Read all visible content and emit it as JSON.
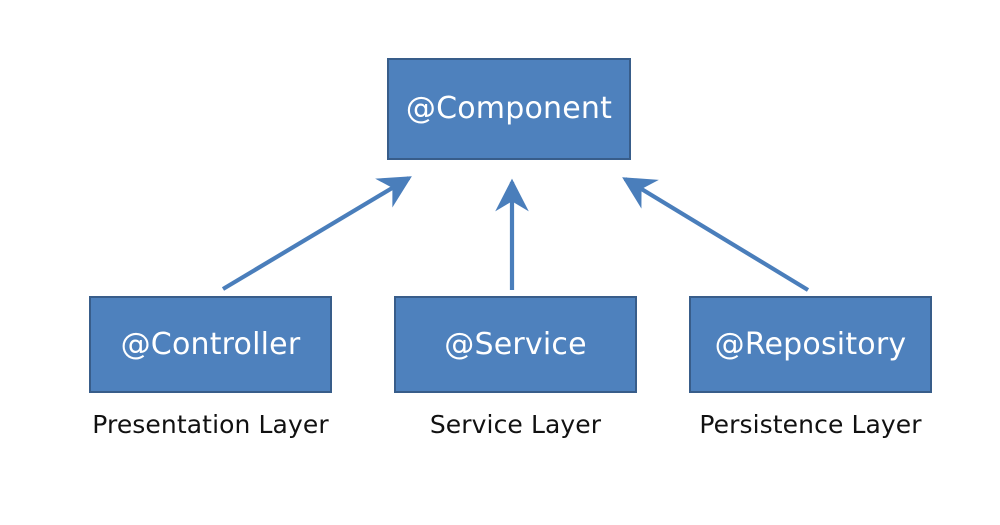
{
  "diagram": {
    "type": "layered-architecture-annotation-diagram",
    "background_color": "#FFFFFF",
    "node_fill_color": "#4E81BD",
    "node_border_color": "#385D8A",
    "node_text_color": "#FFFFFF",
    "caption_text_color": "#111111",
    "arrow_color": "#4A7EBB",
    "nodes": [
      {
        "id": "component",
        "label": "@Component",
        "role": "parent-annotation"
      },
      {
        "id": "controller",
        "label": "@Controller",
        "role": "child-annotation"
      },
      {
        "id": "service",
        "label": "@Service",
        "role": "child-annotation"
      },
      {
        "id": "repository",
        "label": "@Repository",
        "role": "child-annotation"
      }
    ],
    "captions": [
      {
        "id": "presentation",
        "label": "Presentation Layer",
        "for": "controller"
      },
      {
        "id": "service",
        "label": "Service Layer",
        "for": "service"
      },
      {
        "id": "persistence",
        "label": "Persistence Layer",
        "for": "repository"
      }
    ],
    "edges": [
      {
        "id": "controller-to-component",
        "from": "controller",
        "to": "component",
        "arrowhead": "open",
        "direction": "up-right"
      },
      {
        "id": "service-to-component",
        "from": "service",
        "to": "component",
        "arrowhead": "open",
        "direction": "up"
      },
      {
        "id": "repository-to-component",
        "from": "repository",
        "to": "component",
        "arrowhead": "open",
        "direction": "up-left"
      }
    ]
  }
}
